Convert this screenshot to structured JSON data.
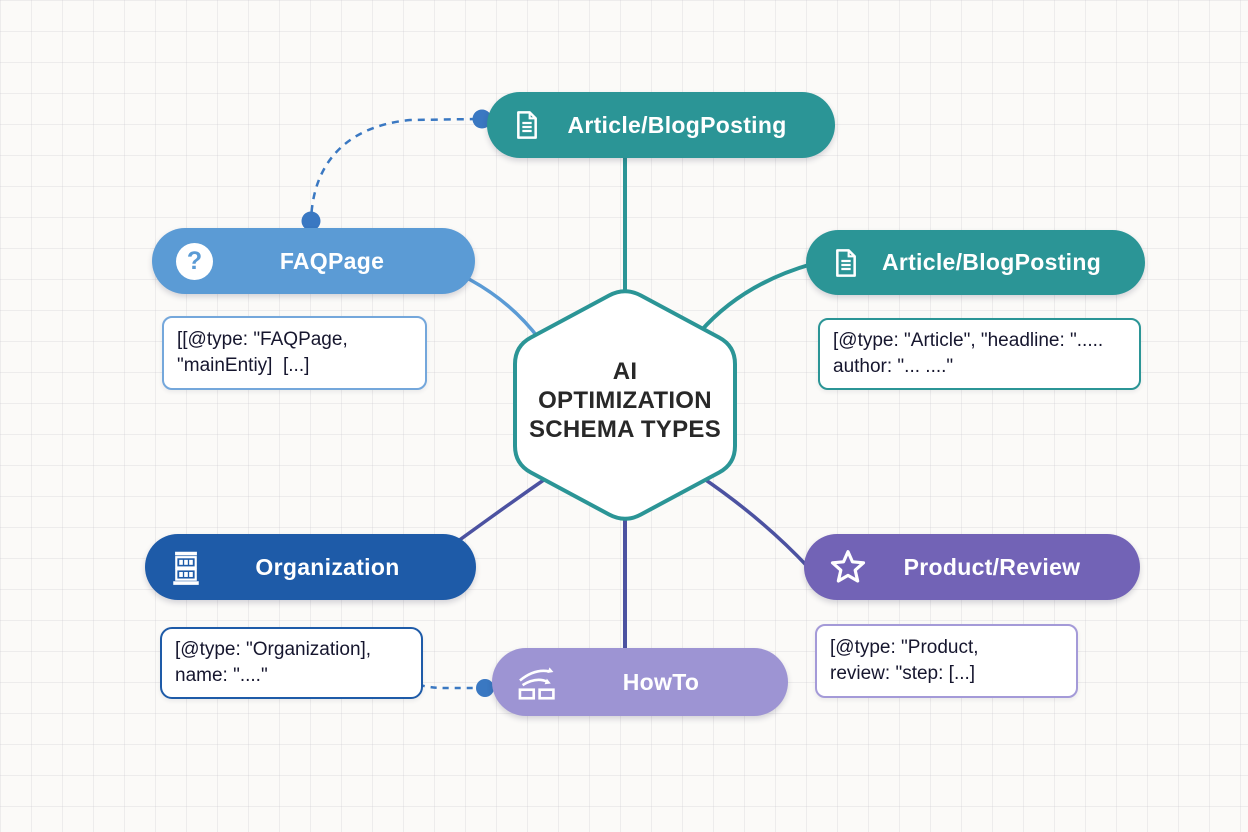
{
  "diagram": {
    "title_lines": [
      "AI",
      "OPTIMIZATION",
      "SCHEMA TYPES"
    ]
  },
  "nodes": [
    {
      "id": "article-top",
      "label": "Article/BlogPosting",
      "icon": "document-icon",
      "color": "#2b9596"
    },
    {
      "id": "faqpage",
      "label": "FAQPage",
      "icon": "question-icon",
      "glyph": "?",
      "color": "#5b9bd5"
    },
    {
      "id": "article-right",
      "label": "Article/BlogPosting",
      "icon": "document-icon",
      "color": "#2b9596"
    },
    {
      "id": "organization",
      "label": "Organization",
      "icon": "building-icon",
      "color": "#1e5ba8"
    },
    {
      "id": "product-review",
      "label": "Product/Review",
      "icon": "star-icon",
      "color": "#7263b6"
    },
    {
      "id": "howto",
      "label": "HowTo",
      "icon": "steps-icon",
      "color": "#9d94d3"
    }
  ],
  "code_snippets": [
    {
      "for": "faqpage",
      "border_color": "#74a7db",
      "lines": [
        "[[@type: \"FAQPage,",
        "\"mainEntiy]  [...]"
      ]
    },
    {
      "for": "article-right",
      "border_color": "#2b9596",
      "lines": [
        "[@type: \"Article\", \"headline: \".....",
        "author: \"... ....\""
      ]
    },
    {
      "for": "organization",
      "border_color": "#1e5ba8",
      "lines": [
        "[@type: \"Organization],",
        "name: \"....\""
      ]
    },
    {
      "for": "product-review",
      "border_color": "#a49ad8",
      "lines": [
        "[@type: \"Product,",
        "review: \"step: [...]"
      ]
    }
  ],
  "colors": {
    "teal": "#2b9596",
    "faq_blue": "#5b9bd5",
    "org_blue": "#1e5ba8",
    "product_purple": "#7263b6",
    "howto_purple": "#9d94d3",
    "connector_indigo": "#4c52a1",
    "dashed_blue": "#3a78c2",
    "hexagon_border": "#2b9596",
    "hexagon_fill": "#ffffff",
    "title_text": "#282828",
    "code_text": "#16162e"
  }
}
